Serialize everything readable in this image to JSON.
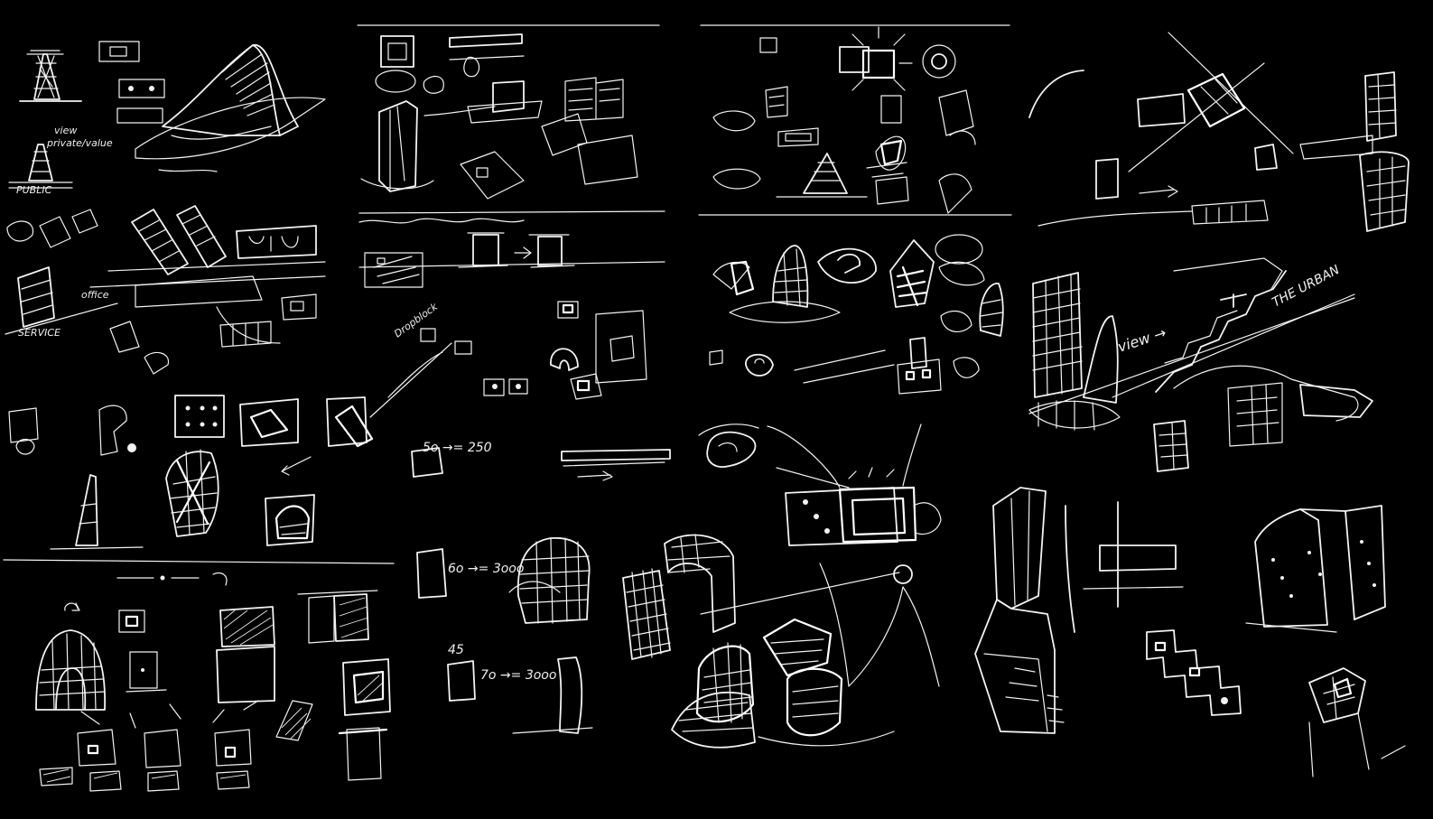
{
  "image": {
    "background": "#000000",
    "ink": "#f2f2f2"
  },
  "sketches": [
    {
      "name": "tower-sketch"
    },
    {
      "name": "ramp-building-sketch"
    },
    {
      "name": "box-tower-sketch"
    },
    {
      "name": "city-block-sketch"
    },
    {
      "name": "radiating-box-sketch"
    },
    {
      "name": "pyramid-sketch"
    },
    {
      "name": "skyline-sketch"
    },
    {
      "name": "street-perspective-sketch"
    },
    {
      "name": "bulb-forms-sketch"
    },
    {
      "name": "grid-pavilion-sketch"
    },
    {
      "name": "twin-towers-sketch"
    },
    {
      "name": "cross-plan-sketch"
    }
  ],
  "annotations": {
    "view_note": "view",
    "private_note": "private/value",
    "public_note": "PUBLIC",
    "office_note": "office",
    "service_note": "SERVICE",
    "calc_a": "5o →= 250",
    "calc_b": "6o →= 3ooo",
    "calc_c": "45",
    "calc_d": "7o →= 3ooo",
    "view_street": "view →",
    "urban_note": "THE URBAN",
    "dropblock_note": "Dropblock"
  }
}
